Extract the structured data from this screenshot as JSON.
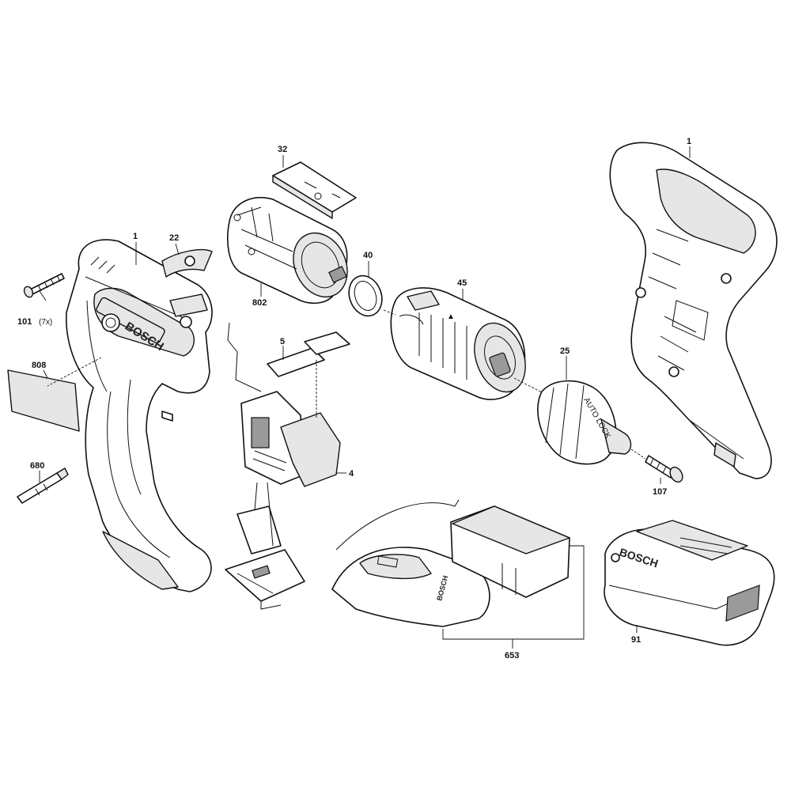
{
  "brand": "BOSCH",
  "chuck_marking": "AUTO LOCK",
  "part_labels": {
    "p32": "32",
    "p1_left": "1",
    "p22": "22",
    "p1_right": "1",
    "p40": "40",
    "p45": "45",
    "p802": "802",
    "p101": "101",
    "p101_qty": "(7x)",
    "p5": "5",
    "p808": "808",
    "p25": "25",
    "p680": "680",
    "p4": "4",
    "p107": "107",
    "p653": "653",
    "p91": "91"
  }
}
